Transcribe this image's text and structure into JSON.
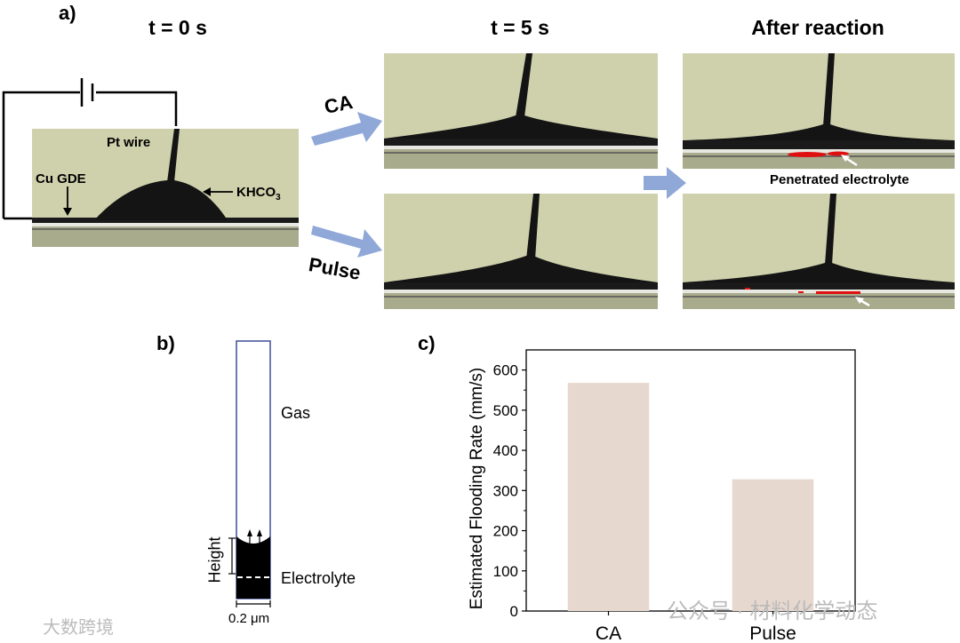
{
  "panel_a": {
    "letter": "a)",
    "headers": {
      "t0": "t = 0 s",
      "t5": "t = 5 s",
      "after": "After reaction"
    },
    "labels": {
      "pt_wire": "Pt wire",
      "cu_gde": "Cu GDE",
      "khco3": "KHCO",
      "khco3_sub": "3",
      "penetrated": "Penetrated electrolyte"
    },
    "methods": {
      "ca": "CA",
      "pulse": "Pulse"
    }
  },
  "panel_b": {
    "letter": "b)",
    "gas": "Gas",
    "electrolyte": "Electrolyte",
    "height": "Height",
    "width": "0.2 μm"
  },
  "panel_c": {
    "letter": "c)",
    "chart_data": {
      "type": "bar",
      "categories": [
        "CA",
        "Pulse"
      ],
      "values": [
        568,
        328
      ],
      "ylabel": "Estimated Flooding Rate (mm/s)",
      "xlabel": "",
      "ylim": [
        0,
        650
      ],
      "yticks": [
        0,
        100,
        200,
        300,
        400,
        500,
        600
      ],
      "bar_color": "#e6d8cf",
      "grid": false
    }
  },
  "watermarks": {
    "left": "大数跨境",
    "right": "公众号 · 材料化学动态"
  },
  "colors": {
    "arrow": "#8fa8d8",
    "photo_bg": "#cfd1ad",
    "electrolyte_red": "#e01010",
    "tube_border": "#3d4f9a"
  }
}
